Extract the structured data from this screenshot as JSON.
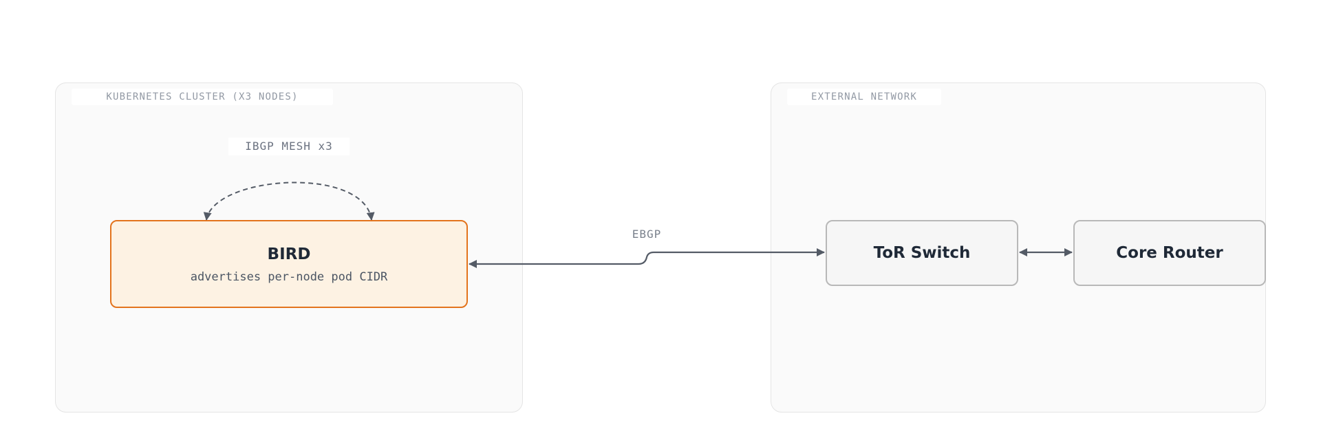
{
  "groups": {
    "cluster": {
      "label": "KUBERNETES CLUSTER (X3 NODES)"
    },
    "external": {
      "label": "EXTERNAL NETWORK"
    }
  },
  "nodes": {
    "bird": {
      "title": "BIRD",
      "subtitle": "advertises per-node pod CIDR"
    },
    "tor": {
      "title": "ToR Switch"
    },
    "core": {
      "title": "Core Router"
    }
  },
  "edges": {
    "ibgp": {
      "label": "IBGP MESH x3"
    },
    "ebgp": {
      "label": "EBGP"
    }
  },
  "colors": {
    "edge": "#545b66",
    "bird_border": "#e3731c",
    "bird_fill": "#fdf2e3",
    "group_fill": "#fafafa"
  }
}
